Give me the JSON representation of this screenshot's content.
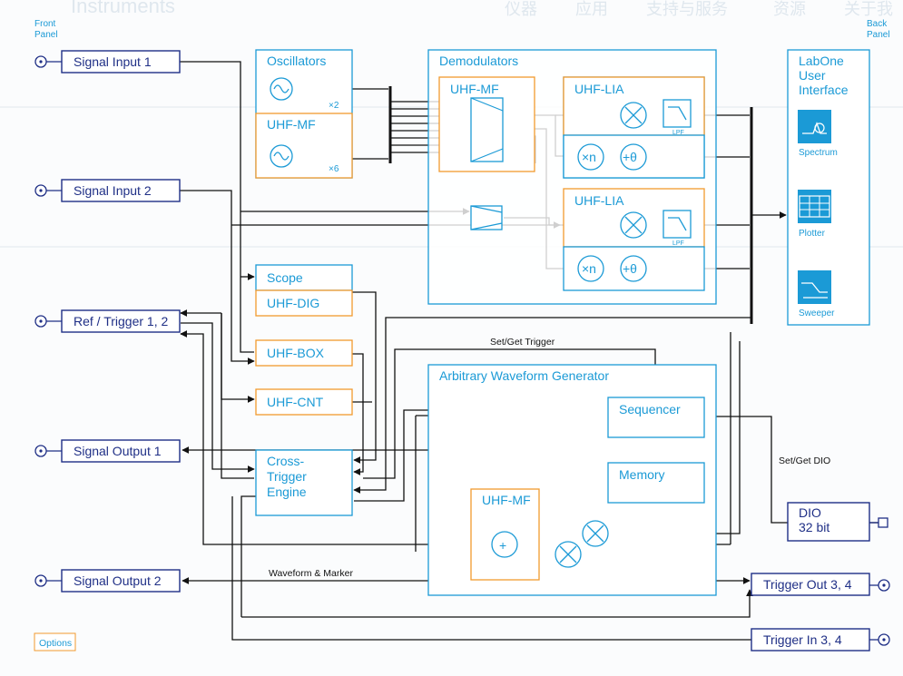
{
  "background_header": {
    "title": "Instruments",
    "nav": [
      "仪器",
      "应用",
      "支持与服务",
      "资源",
      "关于我"
    ]
  },
  "panel_labels": {
    "front": "Front\nPanel",
    "back": "Back\nPanel"
  },
  "front_panel_ports": {
    "signal_input_1": "Signal Input 1",
    "signal_input_2": "Signal Input 2",
    "ref_trigger": "Ref / Trigger 1, 2",
    "signal_output_1": "Signal Output 1",
    "signal_output_2": "Signal Output 2"
  },
  "back_panel_ports": {
    "trigger_out": "Trigger Out 3, 4",
    "trigger_in": "Trigger In 3, 4",
    "dio": "DIO\n32 bit"
  },
  "oscillators": {
    "title": "Oscillators",
    "uhf_mf": "UHF-MF",
    "x2": "×2",
    "x6": "×6"
  },
  "demodulators": {
    "title": "Demodulators",
    "uhf_mf": "UHF-MF",
    "uhf_lia_1": "UHF-LIA",
    "uhf_lia_2": "UHF-LIA",
    "lpf": "LPF",
    "xn": "×n",
    "theta": "+θ"
  },
  "scope": {
    "title": "Scope",
    "dig": "UHF-DIG"
  },
  "options": {
    "box": "UHF-BOX",
    "cnt": "UHF-CNT"
  },
  "cross_trigger": {
    "title": "Cross-\nTrigger\nEngine"
  },
  "awg": {
    "title": "Arbitrary Waveform Generator",
    "sequencer": "Sequencer",
    "memory": "Memory",
    "uhf_mf": "UHF-MF",
    "plus": "+"
  },
  "labone": {
    "title": "LabOne\nUser\nInterface",
    "tools": [
      "Spectrum",
      "Plotter",
      "Sweeper"
    ]
  },
  "annotations": {
    "set_get_trigger": "Set/Get Trigger",
    "set_get_dio": "Set/Get DIO",
    "waveform_marker": "Waveform & Marker"
  },
  "legend": {
    "options": "Options"
  },
  "colors": {
    "standard": "#1b9ad6",
    "option": "#f29a2e",
    "port": "#1f2f86"
  }
}
